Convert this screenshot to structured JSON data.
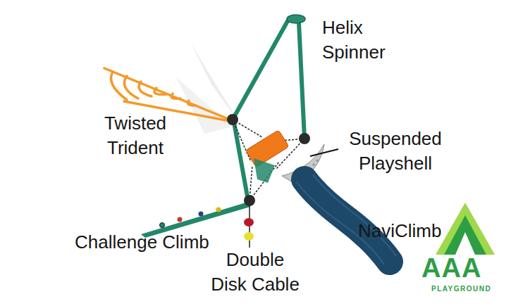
{
  "diagram": {
    "labels": [
      "Helix Spinner",
      "Twisted Trident",
      "Suspended Playshell",
      "Challenge Climb",
      "Double Disk Cable",
      "NaviClimb",
      "AAA",
      "PLAYGROUND"
    ]
  }
}
